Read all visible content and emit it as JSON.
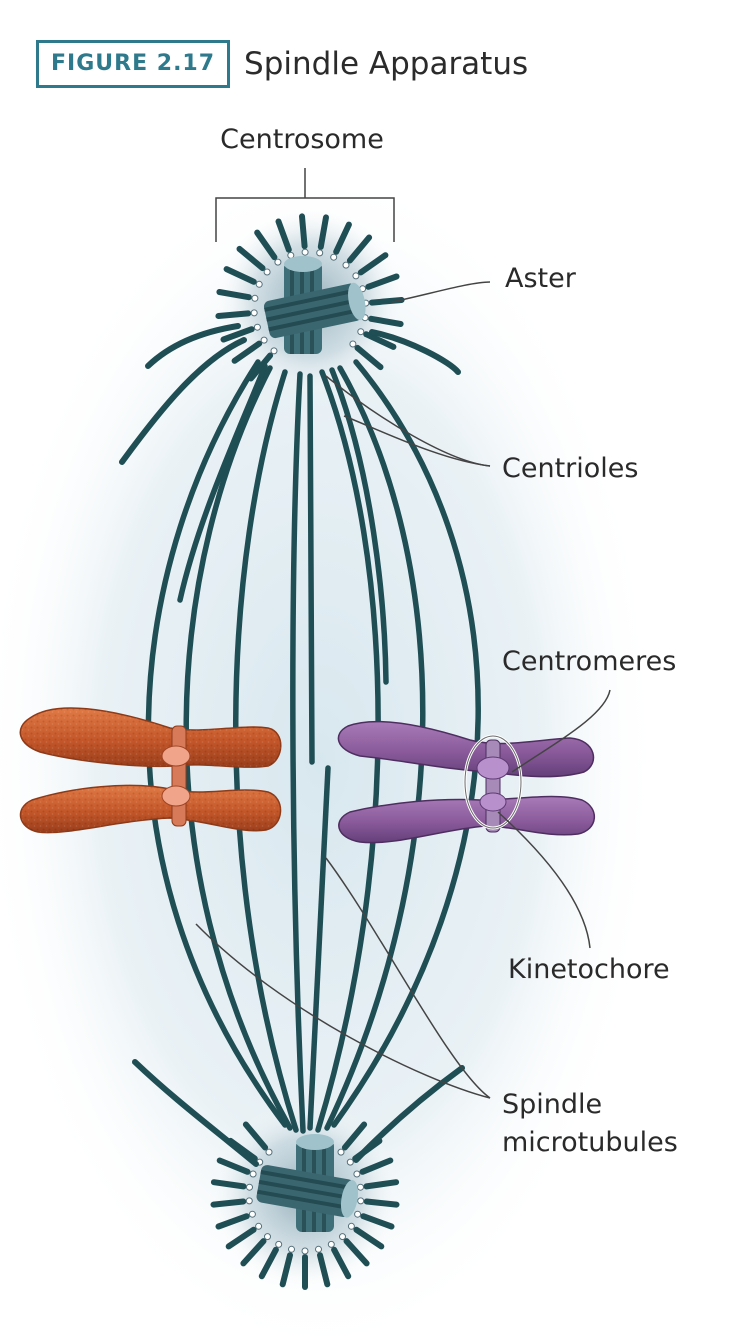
{
  "figure": {
    "number": "FIGURE 2.17",
    "title": "Spindle Apparatus"
  },
  "labels": {
    "centrosome": "Centrosome",
    "aster": "Aster",
    "centrioles": "Centrioles",
    "centromeres": "Centromeres",
    "kinetochore": "Kinetochore",
    "spindle_line1": "Spindle",
    "spindle_line2": "microtubules"
  },
  "colors": {
    "microtubule": "#1f4e55",
    "left_chromosome": "#c4572a",
    "right_chromosome": "#8a5a9a",
    "centriole": "#3f6f78",
    "badge": "#2e7a8c",
    "halo": "#c9dde6"
  }
}
